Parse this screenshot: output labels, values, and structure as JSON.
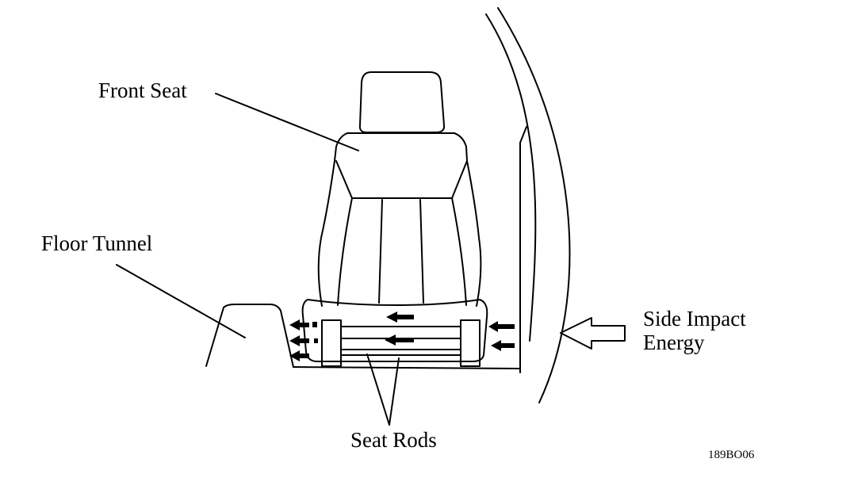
{
  "labels": {
    "front_seat": "Front Seat",
    "floor_tunnel": "Floor Tunnel",
    "side_impact_line1": "Side Impact",
    "side_impact_line2": "Energy",
    "seat_rods": "Seat Rods"
  },
  "figure_code": "189BO06",
  "colors": {
    "ink": "#000000",
    "paper": "#ffffff"
  }
}
